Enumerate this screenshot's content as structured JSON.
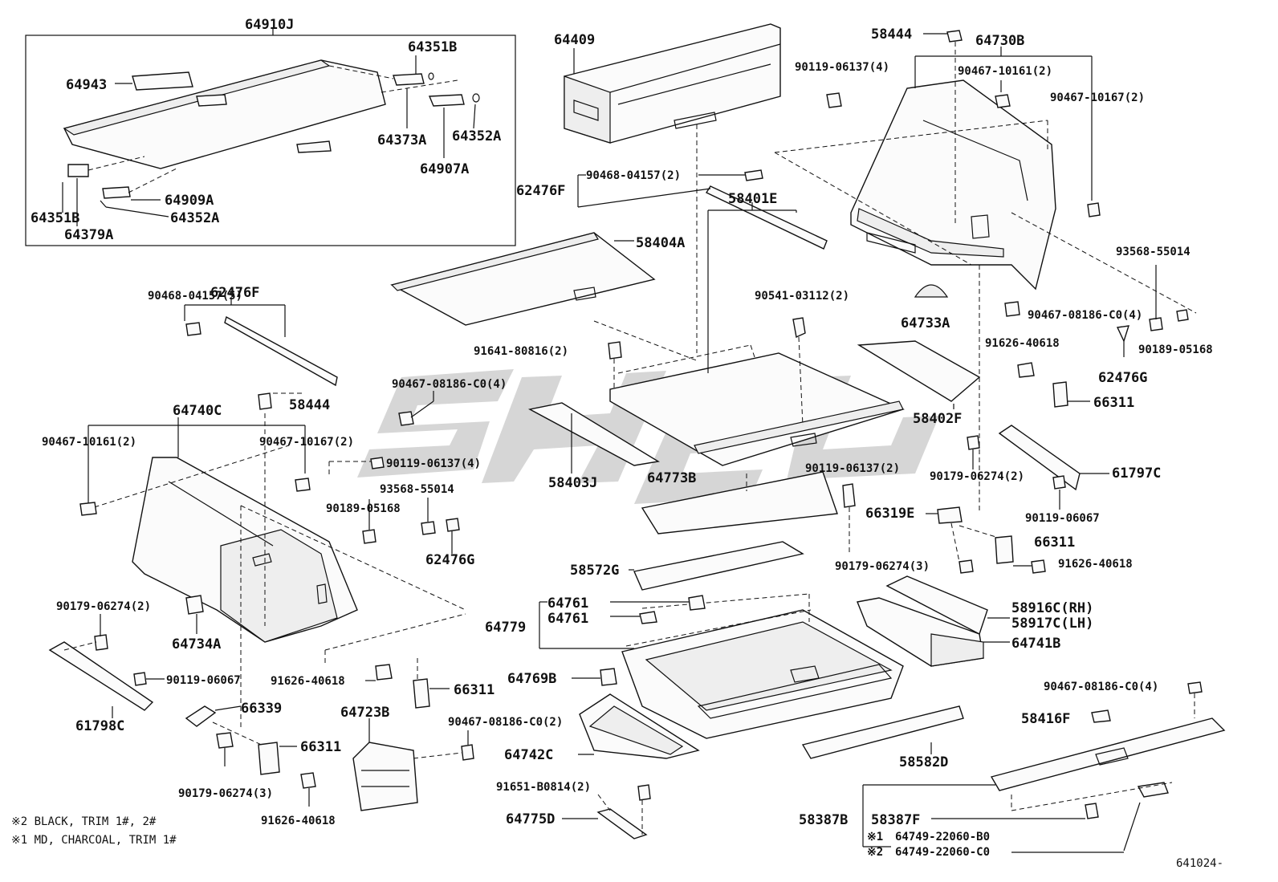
{
  "labels": {
    "l64910J": "64910J",
    "l64351B_a": "64351B",
    "l64943": "64943",
    "l64373A": "64373A",
    "l64352A_a": "64352A",
    "l64907A": "64907A",
    "l64909A": "64909A",
    "l64352A_b": "64352A",
    "l64351B_b": "64351B",
    "l64379A": "64379A",
    "l64409": "64409",
    "l58444_a": "58444",
    "l64730B": "64730B",
    "l90119_06137_4_a": "90119-06137(4)",
    "l90467_10161_2_a": "90467-10161(2)",
    "l90467_10167_2_a": "90467-10167(2)",
    "l90468_04157_2": "90468-04157(2)",
    "l62476F_a": "62476F",
    "l58404A": "58404A",
    "l58401E": "58401E",
    "l62476F_b": "62476F",
    "l90468_04157_5": "90468-04157(5)",
    "l90541_03112_2": "90541-03112(2)",
    "l93568_55014_a": "93568-55014",
    "l90467_08186_C0_4_a": "90467-08186-C0(4)",
    "l64733A": "64733A",
    "l91641_80816_2": "91641-80816(2)",
    "l91626_40618_a": "91626-40618",
    "l90189_05168_a": "90189-05168",
    "l62476G_a": "62476G",
    "l90467_08186_C0_4_b": "90467-08186-C0(4)",
    "l66311_a": "66311",
    "l64740C": "64740C",
    "l58444_b": "58444",
    "l58402F": "58402F",
    "l90467_10161_2_b": "90467-10161(2)",
    "l90467_10167_2_b": "90467-10167(2)",
    "l58403J": "58403J",
    "l90119_06137_4_b": "90119-06137(4)",
    "l93568_55014_b": "93568-55014",
    "l90179_06274_2_a": "90179-06274(2)",
    "l61797C": "61797C",
    "l64773B": "64773B",
    "l90119_06137_2": "90119-06137(2)",
    "l90189_05168_b": "90189-05168",
    "l62476G_b": "62476G",
    "l90119_06067_a": "90119-06067",
    "l66319E": "66319E",
    "l66311_b": "66311",
    "l58572G": "58572G",
    "l90179_06274_3_a": "90179-06274(3)",
    "l91626_40618_b": "91626-40618",
    "l64761_a": "64761",
    "l64761_b": "64761",
    "l64779": "64779",
    "l90179_06274_2_b": "90179-06274(2)",
    "l64734A": "64734A",
    "l58916C": "58916C(RH)",
    "l58917C": "58917C(LH)",
    "l64741B": "64741B",
    "l64769B": "64769B",
    "l90119_06067_b": "90119-06067",
    "l91626_40618_c": "91626-40618",
    "l66311_c": "66311",
    "l61798C": "61798C",
    "l66339": "66339",
    "l64723B": "64723B",
    "l90467_08186_C0_2": "90467-08186-C0(2)",
    "l90467_08186_C0_4_c": "90467-08186-C0(4)",
    "l64742C": "64742C",
    "l58416F": "58416F",
    "l66311_d": "66311",
    "l58582D": "58582D",
    "l91651_B0814_2": "91651-B0814(2)",
    "l90179_06274_3_b": "90179-06274(3)",
    "l91626_40618_d": "91626-40618",
    "l64775D": "64775D",
    "l58387B": "58387B",
    "l58387F": "58387F",
    "l64749_B0": "64749-22060-B0",
    "l64749_C0": "64749-22060-C0",
    "mark1": "※1",
    "mark2": "※2",
    "ref": "641024-"
  },
  "notes": {
    "n2": "※2 BLACK, TRIM 1#, 2#",
    "n1": "※1 MD, CHARCOAL, TRIM 1#"
  },
  "colors": {
    "ink": "#111111",
    "watermark": "#c8c8c8"
  }
}
